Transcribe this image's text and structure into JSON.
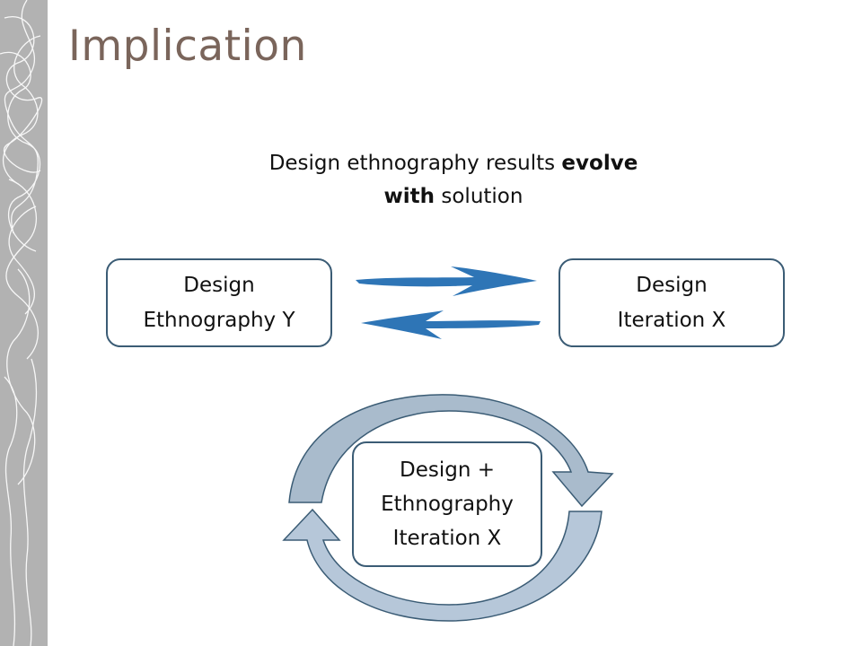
{
  "slide": {
    "title": "Implication",
    "subtitle": {
      "part1": "Design ethnography results ",
      "bold1": "evolve",
      "bold2": "with",
      "part2": " solution"
    }
  },
  "diagram": {
    "left_box": {
      "line1": "Design",
      "line2": "Ethnography Y"
    },
    "right_box": {
      "line1": "Design",
      "line2": "Iteration X"
    },
    "center_box": {
      "line1": "Design +",
      "line2": "Ethnography",
      "line3": "Iteration X"
    },
    "colors": {
      "border": "#3b5c75",
      "arrow_blue": "#2e75b6",
      "cycle_dark": "#8fa3b5",
      "cycle_light": "#c3d4e6",
      "title": "#7a655b",
      "sidebar": "#b2b2b2"
    }
  }
}
